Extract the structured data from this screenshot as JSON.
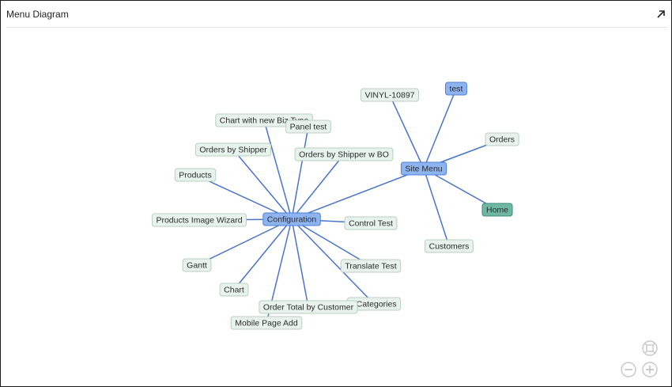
{
  "header": {
    "title": "Menu Diagram"
  },
  "colors": {
    "edge": "#4a74c9",
    "leaf_fill": "#e8f3ee",
    "leaf_border": "#b7cfbf",
    "menu_fill": "#8db4f0",
    "menu_border": "#4f7fd6",
    "home_fill": "#6fb7a3",
    "home_border": "#3f8c78",
    "text": "#2b2b2b",
    "control": "#c8c8c8"
  },
  "diagram": {
    "nodes": [
      {
        "id": "configuration",
        "label": "Configuration",
        "type": "menu"
      },
      {
        "id": "site_menu",
        "label": "Site Menu",
        "type": "menu"
      },
      {
        "id": "test",
        "label": "test",
        "type": "menu"
      },
      {
        "id": "home",
        "label": "Home",
        "type": "home"
      },
      {
        "id": "vinyl",
        "label": "VINYL-10897",
        "type": "leaf"
      },
      {
        "id": "orders",
        "label": "Orders",
        "type": "leaf"
      },
      {
        "id": "customers",
        "label": "Customers",
        "type": "leaf"
      },
      {
        "id": "chart_biz",
        "label": "Chart with new Biz Type",
        "type": "leaf"
      },
      {
        "id": "panel_test",
        "label": "Panel test",
        "type": "leaf"
      },
      {
        "id": "orders_shipper",
        "label": "Orders by Shipper",
        "type": "leaf"
      },
      {
        "id": "orders_shipper_bo",
        "label": "Orders by Shipper w BO",
        "type": "leaf"
      },
      {
        "id": "products",
        "label": "Products",
        "type": "leaf"
      },
      {
        "id": "products_wizard",
        "label": "Products Image Wizard",
        "type": "leaf"
      },
      {
        "id": "control_test",
        "label": "Control Test",
        "type": "leaf"
      },
      {
        "id": "gantt",
        "label": "Gantt",
        "type": "leaf"
      },
      {
        "id": "translate_test",
        "label": "Translate Test",
        "type": "leaf"
      },
      {
        "id": "chart",
        "label": "Chart",
        "type": "leaf"
      },
      {
        "id": "categories",
        "label": "- Categories",
        "type": "leaf"
      },
      {
        "id": "order_total",
        "label": "Order Total by Customer",
        "type": "leaf"
      },
      {
        "id": "mobile_page",
        "label": "Mobile Page Add",
        "type": "leaf"
      }
    ],
    "edges": [
      [
        "site_menu",
        "vinyl"
      ],
      [
        "site_menu",
        "test"
      ],
      [
        "site_menu",
        "orders"
      ],
      [
        "site_menu",
        "home"
      ],
      [
        "site_menu",
        "customers"
      ],
      [
        "site_menu",
        "configuration"
      ],
      [
        "configuration",
        "chart_biz"
      ],
      [
        "configuration",
        "panel_test"
      ],
      [
        "configuration",
        "orders_shipper"
      ],
      [
        "configuration",
        "orders_shipper_bo"
      ],
      [
        "configuration",
        "products"
      ],
      [
        "configuration",
        "products_wizard"
      ],
      [
        "configuration",
        "control_test"
      ],
      [
        "configuration",
        "gantt"
      ],
      [
        "configuration",
        "translate_test"
      ],
      [
        "configuration",
        "chart"
      ],
      [
        "configuration",
        "categories"
      ],
      [
        "configuration",
        "order_total"
      ],
      [
        "configuration",
        "mobile_page"
      ]
    ]
  },
  "controls": {
    "fit": "fit-to-screen-icon",
    "zoom_out": "zoom-out-icon",
    "zoom_in": "zoom-in-icon"
  }
}
